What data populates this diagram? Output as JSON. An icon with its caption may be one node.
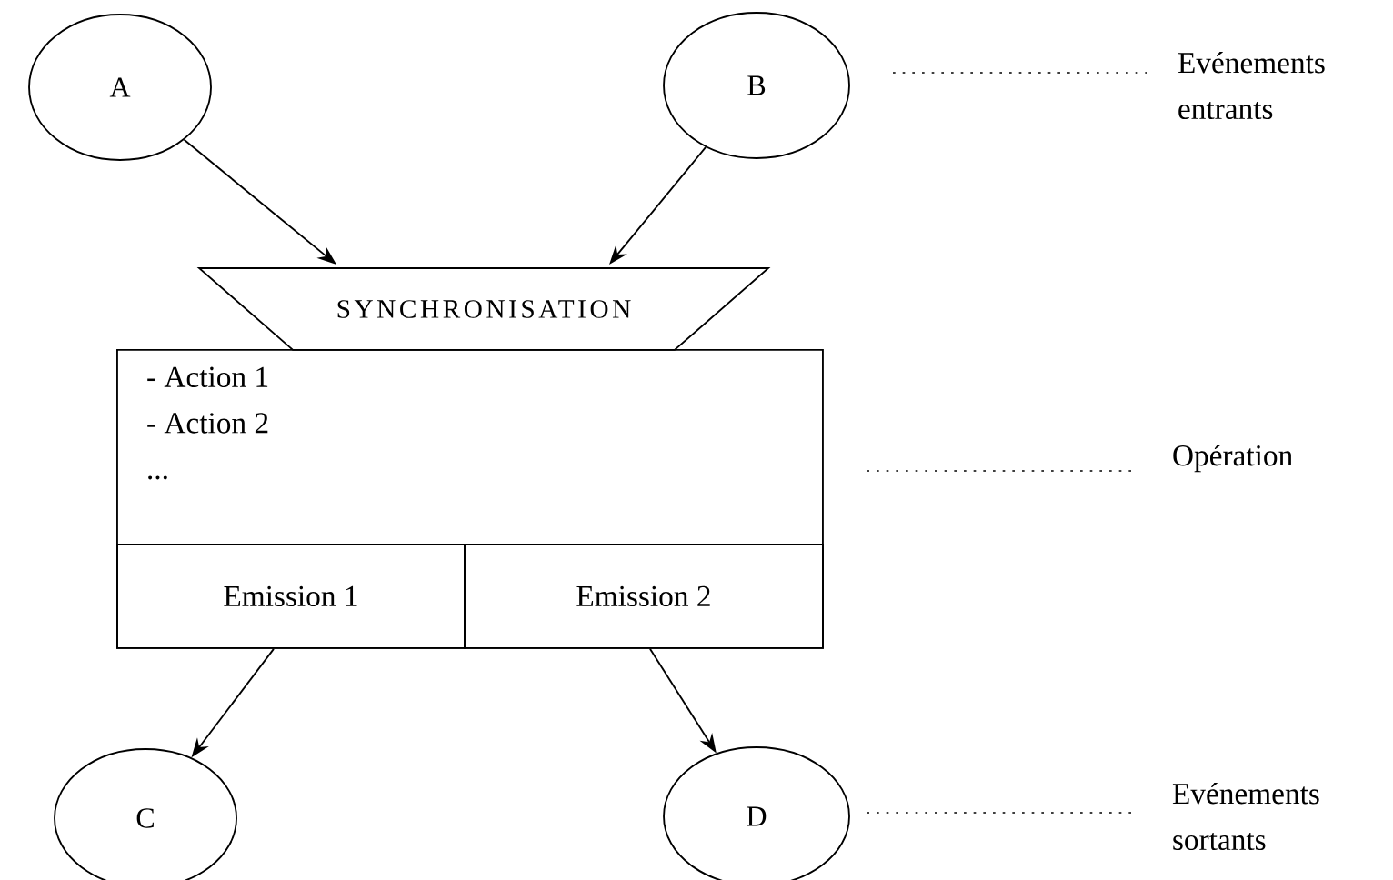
{
  "diagram": {
    "nodes": [
      {
        "text": [
          "A"
        ]
      },
      {
        "text": [
          "B"
        ]
      },
      {
        "text": [
          "Evénements entrants"
        ]
      },
      {
        "text": [
          "SYNCHRONISATION"
        ]
      },
      {
        "text": [
          "- Action 1",
          "- Action 2",
          "..."
        ]
      },
      {
        "text": [
          "Opération"
        ]
      },
      {
        "text": [
          "Emission 1"
        ],
        "in": 4
      },
      {
        "text": [
          "Emission 2"
        ],
        "in": 4
      },
      {
        "text": [
          "C"
        ]
      },
      {
        "text": [
          "D"
        ]
      },
      {
        "text": [
          "Evénements sortants"
        ]
      }
    ],
    "edges": [
      {
        "from": 0,
        "to": 3,
        "arrow": "to"
      },
      {
        "from": 1,
        "to": 3,
        "arrow": "to"
      },
      {
        "from": 6,
        "to": 8,
        "arrow": "to"
      },
      {
        "from": 7,
        "to": 9,
        "arrow": "to"
      },
      {
        "from": 2,
        "to": null,
        "arrow": "none",
        "style": "dashed"
      },
      {
        "from": 5,
        "to": null,
        "arrow": "none",
        "style": "dashed"
      },
      {
        "from": 10,
        "to": 9,
        "arrow": "none",
        "style": "dashed"
      }
    ]
  }
}
